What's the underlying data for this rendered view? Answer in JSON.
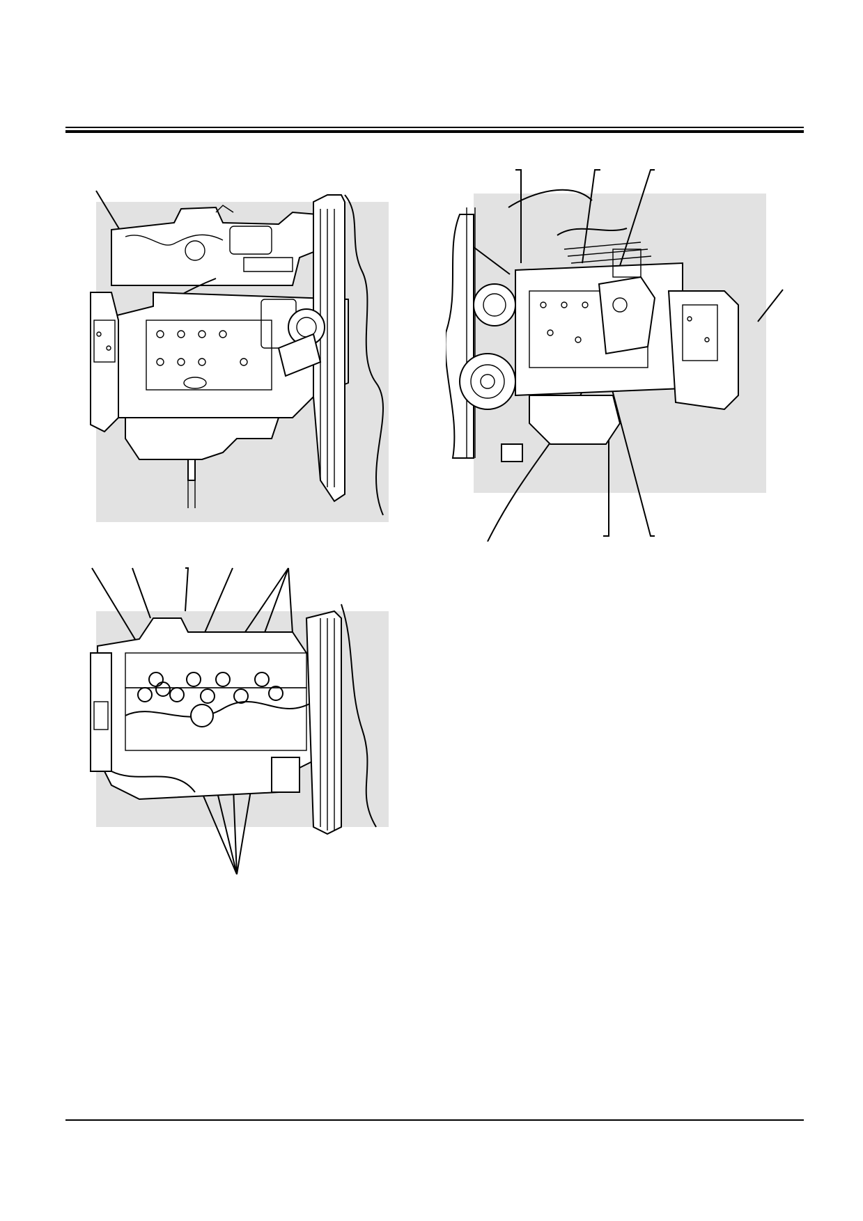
{
  "page": {
    "header_rule": true,
    "footer_rule": true
  },
  "figures": [
    {
      "id": "engine-left-side-view",
      "callouts": 1
    },
    {
      "id": "engine-right-side-view",
      "callouts": 7
    },
    {
      "id": "engine-top-view",
      "callouts": 6,
      "circled_points": 10
    }
  ],
  "colors": {
    "line": "#000000",
    "paper": "#ffffff",
    "shade": "#e2e2e2"
  }
}
